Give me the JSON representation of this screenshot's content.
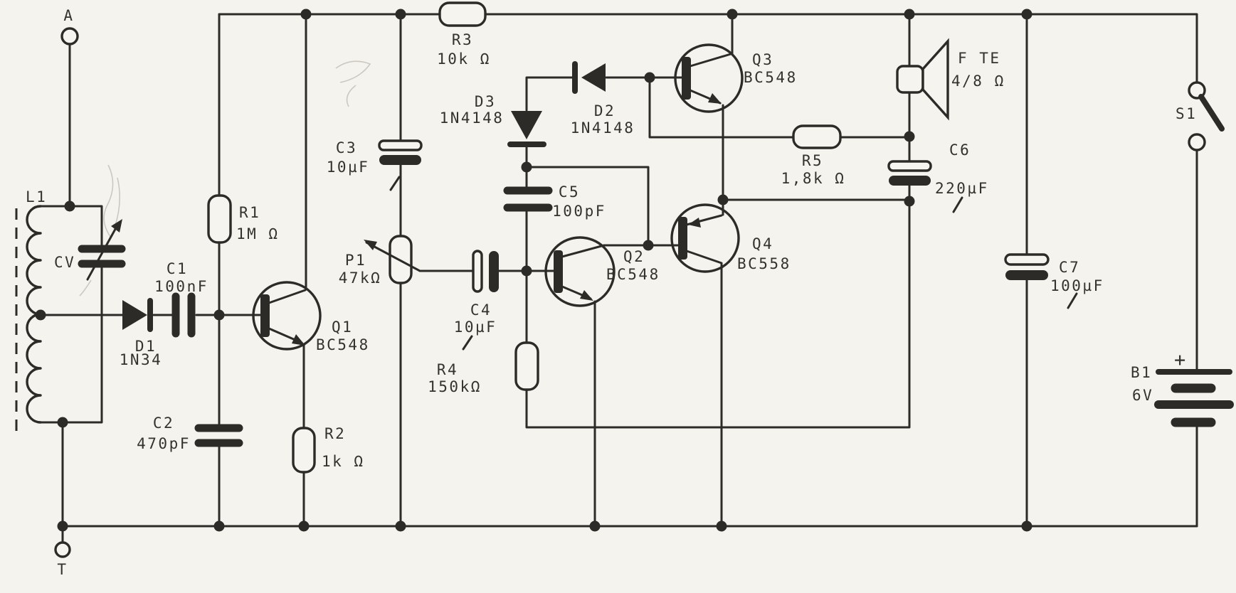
{
  "diagram_type": "circuit-schematic",
  "terminals": {
    "antenna": "A",
    "ground": "T"
  },
  "components": {
    "l1": {
      "ref": "L1"
    },
    "cv": {
      "ref": "CV"
    },
    "d1": {
      "ref": "D1",
      "value": "1N34"
    },
    "c1": {
      "ref": "C1",
      "value": "100nF"
    },
    "r1": {
      "ref": "R1",
      "value": "1M Ω"
    },
    "c2": {
      "ref": "C2",
      "value": "470pF"
    },
    "q1": {
      "ref": "Q1",
      "value": "BC548"
    },
    "r2": {
      "ref": "R2",
      "value": "1k Ω"
    },
    "r3": {
      "ref": "R3",
      "value": "10k Ω"
    },
    "c3": {
      "ref": "C3",
      "value": "10µF"
    },
    "p1": {
      "ref": "P1",
      "value": "47kΩ"
    },
    "c4": {
      "ref": "C4",
      "value": "10µF"
    },
    "r4": {
      "ref": "R4",
      "value": "150kΩ"
    },
    "c5": {
      "ref": "C5",
      "value": "100pF"
    },
    "d2": {
      "ref": "D2",
      "value": "1N4148"
    },
    "d3": {
      "ref": "D3",
      "value": "1N4148"
    },
    "q2": {
      "ref": "Q2",
      "value": "BC548"
    },
    "q3": {
      "ref": "Q3",
      "value": "BC548"
    },
    "q4": {
      "ref": "Q4",
      "value": "BC558"
    },
    "r5": {
      "ref": "R5",
      "value": "1,8k Ω"
    },
    "c6": {
      "ref": "C6",
      "value": "220µF"
    },
    "c7": {
      "ref": "C7",
      "value": "100µF"
    },
    "fte": {
      "ref": "F TE",
      "value": "4/8 Ω"
    },
    "s1": {
      "ref": "S1"
    },
    "b1": {
      "ref": "B1",
      "value": "6V",
      "polarity": "+"
    }
  }
}
